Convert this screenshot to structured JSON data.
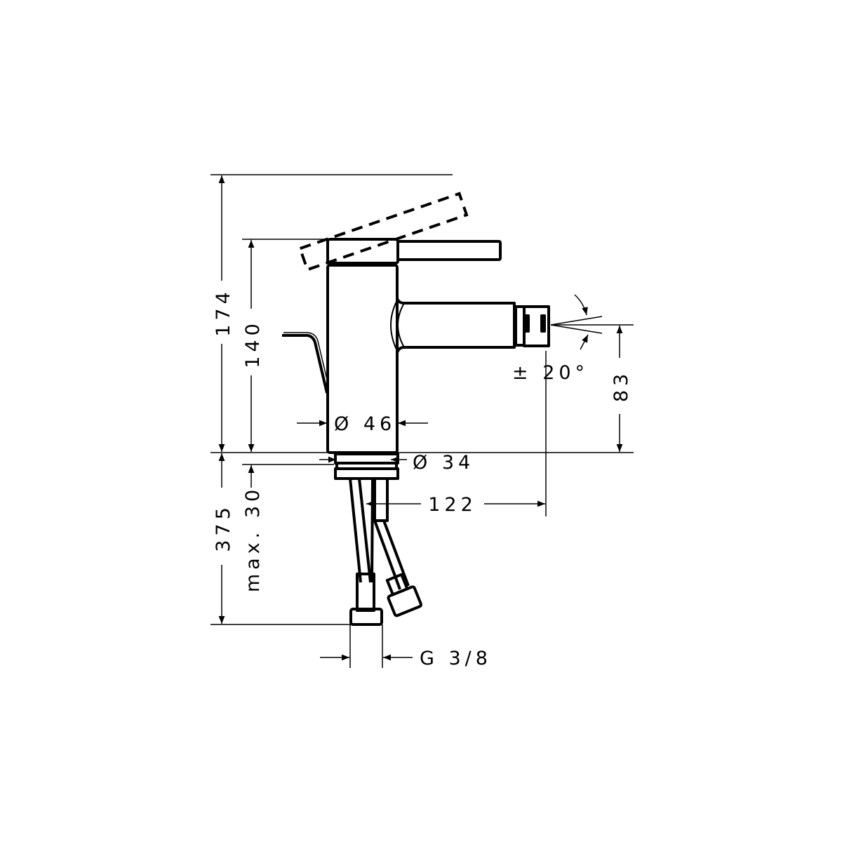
{
  "drawing": {
    "title": "Bidet mixer dimensional drawing",
    "dimensions": {
      "total_height": "174",
      "body_height": "140",
      "below_deck": "375",
      "max_deck": "max. 30",
      "body_diameter": "Ø 46",
      "base_diameter": "Ø 34",
      "spout_reach": "122",
      "spout_height": "83",
      "swivel_angle": "± 20°",
      "connection": "G 3/8"
    }
  }
}
